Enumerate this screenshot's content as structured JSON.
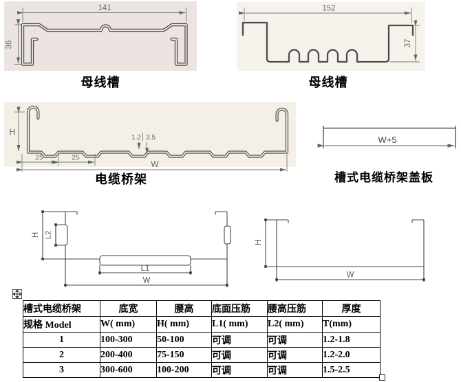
{
  "drawings": {
    "busbar_left": {
      "label": "母线槽",
      "width_dim": "141",
      "height_dim": "36"
    },
    "busbar_right": {
      "label": "母线槽",
      "width_dim": "152",
      "height_dim": "37"
    },
    "cable_tray": {
      "label": "电缆桥架",
      "height_dim": "H",
      "width_dim": "W",
      "pitch_dim_1": "25",
      "pitch_dim_2": "25",
      "thickness_dim": "1.2",
      "rib_depth_dim": "3.5"
    },
    "cover_plate": {
      "label": "槽式电缆桥架盖板",
      "width_dim": "W+5"
    },
    "channel_ribbed": {
      "height_dim": "H",
      "bottom_rib_dim": "L1",
      "side_rib_dim": "L2",
      "width_dim": "W"
    },
    "channel_plain": {
      "height_dim": "H",
      "width_dim": "W"
    }
  },
  "table": {
    "header_row1": [
      "槽式电缆桥架",
      "底宽",
      "腰高",
      "底面压筋",
      "腰高压筋",
      "厚度"
    ],
    "header_row2": [
      "规格 Model",
      "W( mm)",
      "H( mm)",
      "L1( mm)",
      "L2( mm)",
      "T(mm)"
    ],
    "rows": [
      [
        "1",
        "100-300",
        "50-100",
        "可调",
        "可调",
        "1.2-1.8"
      ],
      [
        "2",
        "200-400",
        "75-150",
        "可调",
        "可调",
        "1.2-2.0"
      ],
      [
        "3",
        "300-600",
        "100-200",
        "可调",
        "可调",
        "1.5-2.5"
      ]
    ]
  },
  "icons": {
    "table_move_handle": "move-cross",
    "table_resize_handle": "resize-square"
  },
  "colors": {
    "scan_line": "#4d4d4d",
    "cad_line": "#444444",
    "dim_text": "#6b6b6b",
    "table_border": "#000000",
    "scan_bg_pink": "#ece4e0",
    "scan_bg_beige": "#f4f0e7"
  }
}
